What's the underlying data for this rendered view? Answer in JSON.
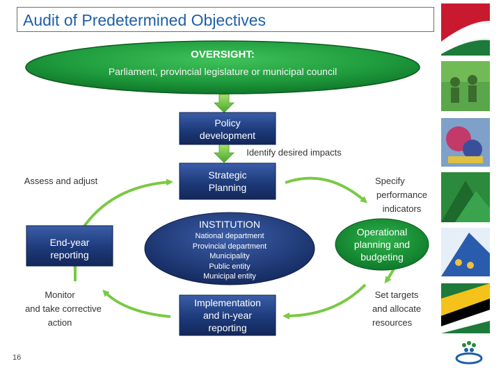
{
  "title": "Audit of Predetermined Objectives",
  "oversight": {
    "heading": "OVERSIGHT:",
    "subtitle": "Parliament, provincial legislature or municipal council"
  },
  "policy": {
    "line1": "Policy",
    "line2": "development"
  },
  "identify_label": "Identify desired impacts",
  "strategic": {
    "line1": "Strategic",
    "line2": "Planning"
  },
  "assess_label": "Assess and adjust",
  "specify": {
    "line1": "Specify",
    "line2": "performance",
    "line3": "indicators"
  },
  "institution": {
    "heading": "INSTITUTION",
    "items": [
      "National department",
      "Provincial department",
      "Municipality",
      "Public entity",
      "Municipal entity"
    ]
  },
  "endyear": {
    "line1": "End-year",
    "line2": "reporting"
  },
  "operational": {
    "line1": "Operational",
    "line2": "planning and",
    "line3": "budgeting"
  },
  "monitor": {
    "line1": "Monitor",
    "line2": "and take corrective",
    "line3": "action"
  },
  "implementation": {
    "line1": "Implementation",
    "line2": "and in-year",
    "line3": "reporting"
  },
  "targets": {
    "line1": "Set targets",
    "line2": "and allocate",
    "line3": "resources"
  },
  "page_number": "16",
  "colors": {
    "green": "#1e8f3a",
    "dark_blue": "#1d3a7a",
    "title_blue": "#1f5fa8",
    "arrow_green": "#7ac943"
  },
  "side_images": [
    "flag-image",
    "children-image",
    "art-image",
    "map-image",
    "tents-image",
    "flag-image-2"
  ]
}
